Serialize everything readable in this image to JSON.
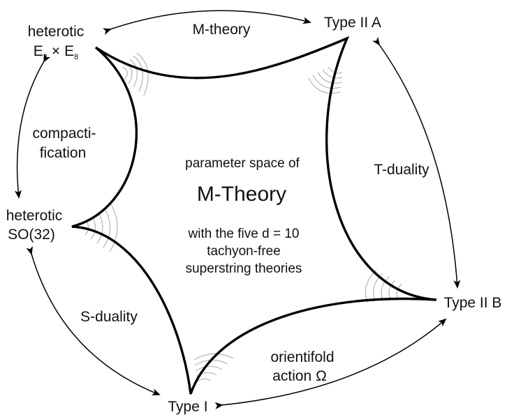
{
  "vertices": {
    "heterotic_e8": {
      "line1": "heterotic",
      "e_letter": "E",
      "e_sub": "8",
      "times": "×"
    },
    "type_iia": {
      "label": "Type II A"
    },
    "type_iib": {
      "label": "Type II B"
    },
    "type_i": {
      "label": "Type I"
    },
    "heterotic_so32": {
      "line1": "heterotic",
      "line2": "SO(32)"
    }
  },
  "edges": {
    "m_theory": "M-theory",
    "t_duality": "T-duality",
    "orientifold_line1": "orientifold",
    "orientifold_line2": "action Ω",
    "s_duality": "S-duality",
    "compact_line1": "compacti-",
    "compact_line2": "fication"
  },
  "center": {
    "line1": "parameter space of",
    "title": "M-Theory",
    "line2": "with the five d = 10",
    "line3": "tachyon-free",
    "line4": "superstring theories"
  },
  "colors": {
    "boundary": "#000000",
    "arcs": "#b4b4b4",
    "arrows": "#000000",
    "text": "#111111"
  }
}
